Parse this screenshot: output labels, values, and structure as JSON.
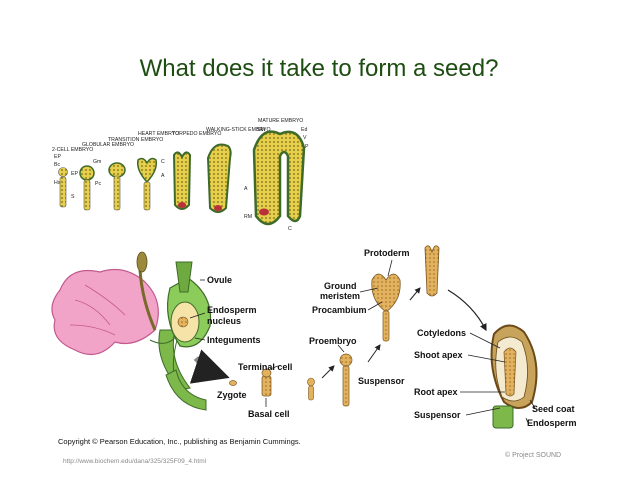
{
  "slide": {
    "title": "What does it take to form a seed?",
    "copyright": "Copyright © Pearson Education, Inc., publishing as Benjamin Cummings.",
    "url": "http://www.biochem.edu/dana/325/325F09_4.html",
    "credit": "© Project SOUND"
  },
  "stages_figure": {
    "stage_labels": [
      "2-CELL EMBRYO",
      "GLOBULAR EMBRYO",
      "TRANSITION EMBRYO",
      "HEART EMBRYO",
      "TORPEDO EMBRYO",
      "WALKING-STICK EMBRYO",
      "MATURE EMBRYO"
    ],
    "part_labels": [
      "EP",
      "Bc",
      "Hs",
      "EP",
      "S",
      "Gm",
      "Pc",
      "C",
      "A",
      "A",
      "RM",
      "SM",
      "Ed",
      "V",
      "P",
      "C"
    ]
  },
  "development_figure": {
    "labels": {
      "ovule": "Ovule",
      "endosperm_nucleus": "Endosperm nucleus",
      "integuments": "Integuments",
      "terminal_cell": "Terminal cell",
      "zygote": "Zygote",
      "basal_cell": "Basal cell",
      "proembryo": "Proembryo",
      "suspensor_mid": "Suspensor",
      "protoderm": "Protoderm",
      "ground_meristem": "Ground meristem",
      "procambium": "Procambium",
      "cotyledons": "Cotyledons",
      "shoot_apex": "Shoot apex",
      "root_apex": "Root apex",
      "suspensor_right": "Suspensor",
      "seed_coat": "Seed coat",
      "endosperm": "Endosperm"
    }
  },
  "colors": {
    "title": "#1e4d12",
    "embryo_yellow": "#e6cf4a",
    "embryo_green": "#3f6b2a",
    "flower_pink": "#e98ab8",
    "stem_green": "#7cb84a",
    "embryo_tan": "#d9a54e"
  }
}
